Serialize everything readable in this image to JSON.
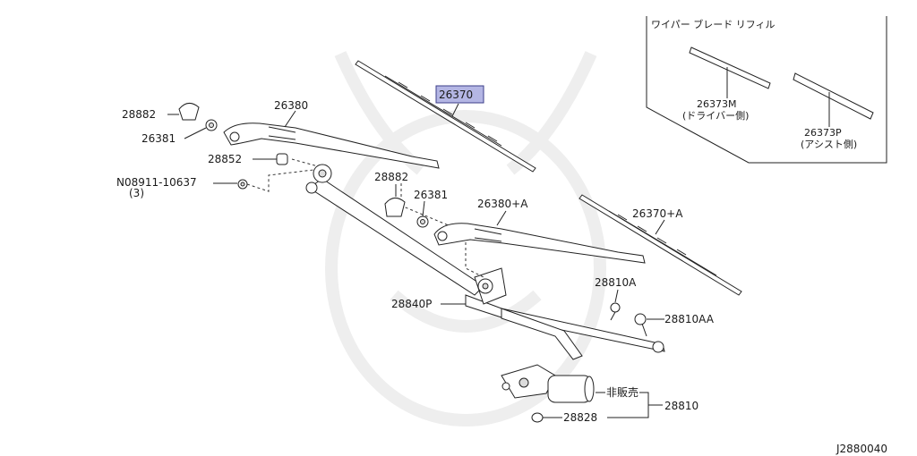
{
  "diagram_id": "J2880040",
  "inset": {
    "title": "ワイパー ブレード リフィル",
    "refill_driver": {
      "number": "26373M",
      "side": "(ドライバー側)"
    },
    "refill_assist": {
      "number": "26373P",
      "side": "(アシスト側)"
    }
  },
  "labels": {
    "p28882_a": "28882",
    "p26381_a": "26381",
    "p26380": "26380",
    "p26370": "26370",
    "p28852": "28852",
    "p08911": "N08911-10637",
    "p08911_qty": "(3)",
    "p28882_b": "28882",
    "p26381_b": "26381",
    "p26380A": "26380+A",
    "p26370A": "26370+A",
    "p28840P": "28840P",
    "p28810A": "28810A",
    "p28810AA": "28810AA",
    "not_sold": "非販売",
    "p28828": "28828",
    "p28810": "28810"
  },
  "colors": {
    "highlight": "#b4b6e4",
    "ink": "#222222"
  }
}
